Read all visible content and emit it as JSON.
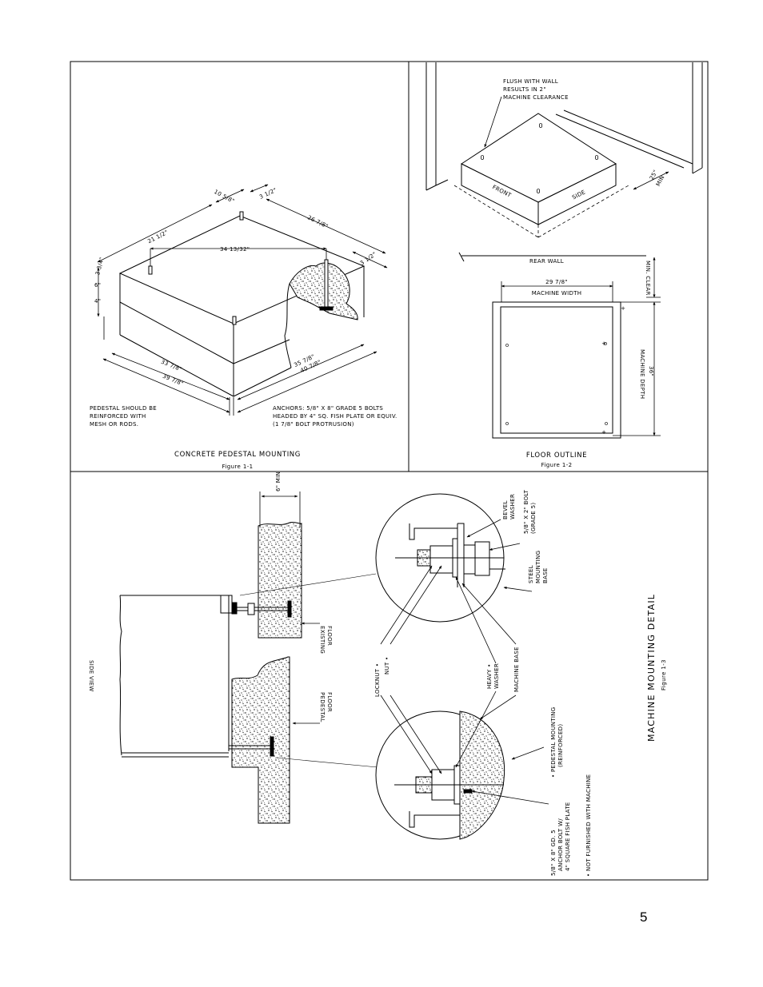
{
  "page": {
    "number": "5"
  },
  "figure_1_1": {
    "caption": "CONCRETE PEDESTAL MOUNTING",
    "number": "Figure 1-1",
    "dims": {
      "d_10_5_8": "10 5/8\"",
      "d_3_1_2_a": "3 1/2\"",
      "d_21_1_2": "21 1/2\"",
      "d_26_7_8": "26 7/8\"",
      "d_34_13_32": "34 13/32\"",
      "d_3_1_2_b": "3 1/2\"",
      "d_3_3_4": "3 3/4\"",
      "d_6": "6\"",
      "d_4": "4\"",
      "d_33_7_8": "33 7/8\"",
      "d_39_7_8": "39 7/8\"",
      "d_35_7_8": "35 7/8\"",
      "d_40_7_8": "40 7/8\""
    },
    "note_pedestal": [
      "PEDESTAL SHOULD BE",
      "REINFORCED WITH",
      "MESH OR RODS."
    ],
    "note_anchors": [
      "ANCHORS: 5/8\" X 8\" GRADE 5 BOLTS",
      "HEADED BY 4\" SQ. FISH PLATE OR EQUIV.",
      "(1 7/8\" BOLT PROTRUSION)"
    ]
  },
  "figure_1_2": {
    "caption": "FLOOR OUTLINE",
    "number": "Figure 1-2",
    "flush_note": [
      "FLUSH WITH WALL",
      "RESULTS IN 2\"",
      "MACHINE CLEARANCE"
    ],
    "front": "FRONT",
    "side": "SIDE",
    "min_top": "25\"",
    "min_bottom": "MIN",
    "rear_wall": "REAR WALL",
    "min_clear": "MIN. CLEAR",
    "width_value": "29 7/8\"",
    "width_label": "MACHINE WIDTH",
    "depth_value": "36\"",
    "depth_label": "MACHINE DEPTH"
  },
  "figure_1_3": {
    "title": "MACHINE MOUNTING DETAIL",
    "number": "Figure 1-3",
    "side_view": "SIDE VIEW",
    "six_min": "6\" MIN",
    "existing_floor": [
      "EXISTING",
      "FLOOR"
    ],
    "pedestal_floor": [
      "PEDESTAL",
      "FLOOR"
    ],
    "bevel_washer": [
      "BEVEL",
      "WASHER"
    ],
    "bolt_top": [
      "5/8\" X 2\" BOLT",
      "(GRADE 5)"
    ],
    "steel_base": [
      "STEEL",
      "MOUNTING",
      "BASE"
    ],
    "locknut": "LOCKNUT •",
    "nut": "NUT •",
    "heavy_washer": [
      "HEAVY •",
      "WASHER"
    ],
    "machine_base": "MACHINE BASE",
    "pedestal_mounting": [
      "• PEDESTAL MOUNTING",
      "(REINFORCED)"
    ],
    "anchor_bolt": [
      "5/8\" X 8\" GD. 5",
      "ANCHOR BOLT W/",
      "4\" SQUARE FISH PLATE"
    ],
    "not_furnished": "• NOT FURNISHED WITH MACHINE"
  },
  "colors": {
    "ink": "#000000",
    "paper": "#ffffff"
  },
  "icons": [
    "bullet-icon"
  ]
}
